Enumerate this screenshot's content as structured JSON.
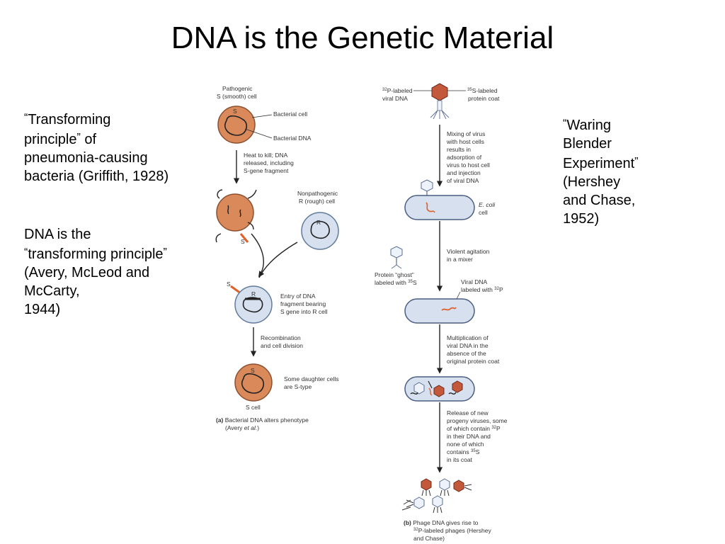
{
  "title": "DNA is the Genetic Material",
  "colors": {
    "s_cell_fill": "#d9895a",
    "s_cell_stroke": "#8a5030",
    "r_cell_fill": "#d6e0ef",
    "r_cell_stroke": "#607a9a",
    "dna_orange": "#e0602a",
    "phage_head": "#c4583a",
    "arrow": "#222222"
  },
  "left_text": {
    "griffith": {
      "open_quote": "“",
      "line1": "Transforming",
      "line2a": "principle",
      "close_quote": "”",
      "line2b": " of",
      "line3": "pneumonia-causing",
      "line4": "bacteria (Griffith, 1928)"
    },
    "avery": {
      "line1": "DNA is the",
      "open_quote": "“",
      "line2": "transforming principle",
      "close_quote": "”",
      "line3": "(Avery, McLeod and",
      "line4": "McCarty,",
      "line5": "1944)"
    }
  },
  "right_text": {
    "open_quote": "“",
    "line1": "Waring",
    "line2": "Blender",
    "line3": "Experiment",
    "close_quote": "”",
    "line4": "(Hershey",
    "line5": "and Chase,",
    "line6": "1952)"
  },
  "panel_a": {
    "pathogenic_1": "Pathogenic",
    "pathogenic_2": "S (smooth) cell",
    "s_letter": "S",
    "bacterial_cell": "Bacterial cell",
    "bacterial_dna": "Bacterial DNA",
    "heat_1": "Heat to kill; DNA",
    "heat_2": "released, including",
    "heat_3": "S-gene fragment",
    "nonpath_1": "Nonpathogenic",
    "nonpath_2": "R (rough) cell",
    "r_letter": "R",
    "entry_1": "Entry of DNA",
    "entry_2": "fragment bearing",
    "entry_3": "S gene into R cell",
    "recomb_1": "Recombination",
    "recomb_2": "and cell division",
    "daughter_1": "Some daughter cells",
    "daughter_2": "are S-type",
    "s_cell": "S cell",
    "caption_a": "(a)",
    "caption_1": " Bacterial DNA alters phenotype",
    "caption_2a": "(Avery ",
    "caption_2b": "et al.",
    "caption_2c": ")"
  },
  "panel_b": {
    "p32_sup": "32",
    "p32_1": "P-labeled",
    "p32_2": "viral DNA",
    "s35_sup": "35",
    "s35_1": "S-labeled",
    "s35_2": "protein coat",
    "mix_1": "Mixing of virus",
    "mix_2": "with host cells",
    "mix_3": "results in",
    "mix_4": "adsorption of",
    "mix_5": "virus to host cell",
    "mix_6": "and injection",
    "mix_7": "of viral DNA",
    "ecoli_1": "E. coli",
    "ecoli_2": "cell",
    "agit_1": "Violent agitation",
    "agit_2": "in a mixer",
    "ghost_1": "Protein “ghost”",
    "ghost_2": "labeled with ",
    "ghost_sup": "35",
    "ghost_3": "S",
    "viral_1": "Viral DNA",
    "viral_2": "labeled with ",
    "viral_sup": "32",
    "viral_3": "P",
    "mult_1": "Multiplication of",
    "mult_2": "viral DNA in the",
    "mult_3": "absence of the",
    "mult_4": "original protein coat",
    "rel_1": "Release of new",
    "rel_2": "progeny viruses, some",
    "rel_3a": "of which contain ",
    "rel_3sup": "32",
    "rel_3b": "P",
    "rel_4": "in their DNA and",
    "rel_5": "none of which",
    "rel_6a": "contains ",
    "rel_6sup": "35",
    "rel_6b": "S",
    "rel_7": "in its coat",
    "caption_b": "(b)",
    "caption_1": " Phage DNA gives rise to",
    "caption_2sup": "32",
    "caption_2": "P-labeled phages (Hershey",
    "caption_3": "and Chase)"
  }
}
